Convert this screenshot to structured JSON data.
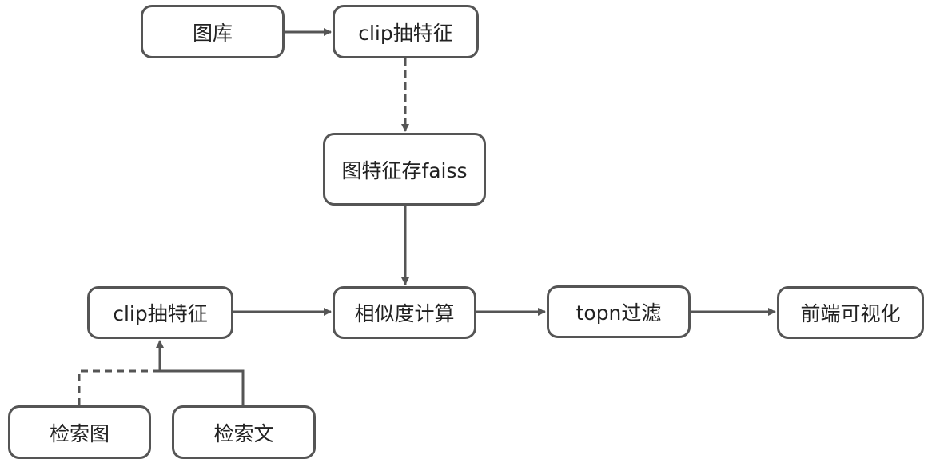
{
  "nodes": {
    "gallery": "图库",
    "clip_top": "clip抽特征",
    "faiss": "图特征存faiss",
    "clip_left": "clip抽特征",
    "similarity": "相似度计算",
    "topn": "topn过滤",
    "frontend": "前端可视化",
    "search_image": "检索图",
    "search_text": "检索文"
  },
  "colors": {
    "stroke": "#555555",
    "text": "#222222",
    "background": "#ffffff"
  }
}
